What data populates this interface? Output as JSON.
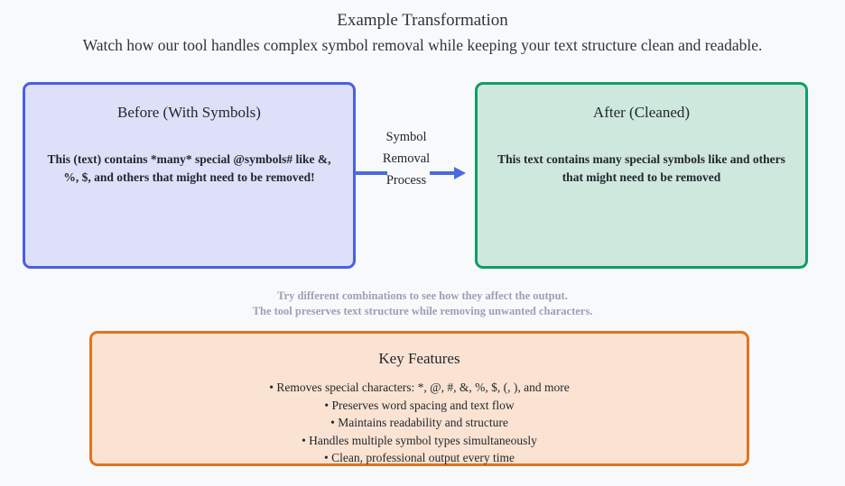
{
  "header": {
    "title": "Example Transformation",
    "subtitle": "Watch how our tool handles complex symbol removal while keeping your text structure clean and readable."
  },
  "comparison": {
    "before": {
      "title": "Before (With Symbols)",
      "text": "This (text) contains *many* special @symbols# like &, %, $, and others that might need to be removed!",
      "border_color": "#4a5fe3",
      "fill_color": "#dde0f8"
    },
    "after": {
      "title": "After (Cleaned)",
      "text": "This text contains many special symbols like and others that might need to be removed",
      "border_color": "#119c68",
      "fill_color": "#cfe8dd"
    },
    "process": {
      "label": "Symbol Removal Process",
      "arrow_color": "#4a6ae0"
    }
  },
  "hints": {
    "line1": "Try different combinations to see how they affect the output.",
    "line2": "The tool preserves text structure while removing unwanted characters.",
    "color": "#9aa2b1"
  },
  "features": {
    "title": "Key Features",
    "border_color": "#e2731e",
    "fill_color": "#fae3d2",
    "items": [
      "• Removes special characters: *, @, #, &, %, $, (, ), and more",
      "• Preserves word spacing and text flow",
      "• Maintains readability and structure",
      "• Handles multiple symbol types simultaneously",
      "• Clean, professional output every time"
    ]
  },
  "page": {
    "background": "#f7f9fb"
  }
}
